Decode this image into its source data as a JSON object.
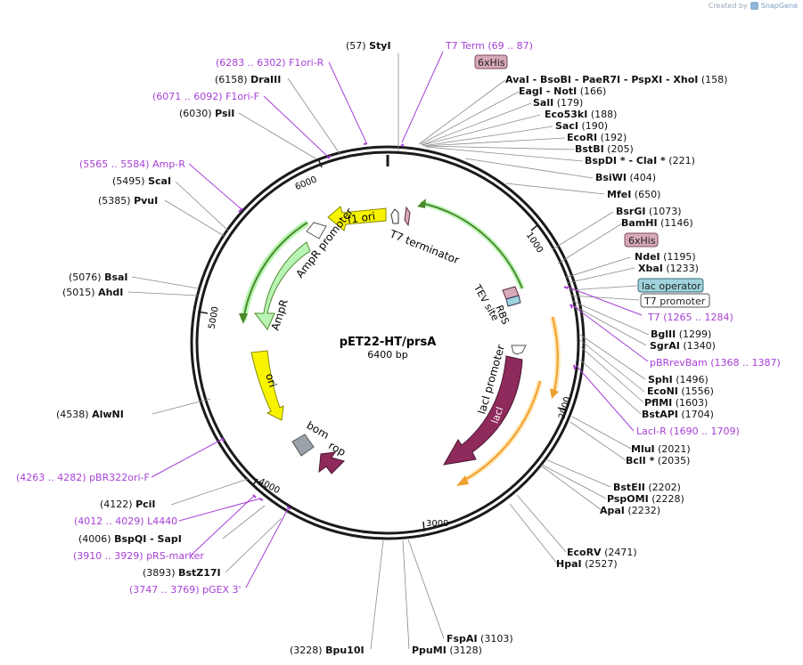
{
  "credit": {
    "prefix": "Created by",
    "brand": "SnapGene"
  },
  "plasmid": {
    "name": "pET22-HT/prsA",
    "size": "6400 bp"
  },
  "ticks": [
    "1000",
    "2000",
    "3000",
    "4000",
    "5000",
    "6000"
  ],
  "features": [
    {
      "id": "t7-terminator-label",
      "text": "T7 terminator"
    },
    {
      "id": "f1-ori",
      "text": "f1 ori"
    },
    {
      "id": "ampr-promoter",
      "text": "AmpR promoter"
    },
    {
      "id": "ampr",
      "text": "AmpR"
    },
    {
      "id": "ori",
      "text": "ori"
    },
    {
      "id": "bom",
      "text": "bom"
    },
    {
      "id": "rop",
      "text": "rop"
    },
    {
      "id": "laci-promoter",
      "text": "lacI promoter"
    },
    {
      "id": "laci",
      "text": "lacI"
    },
    {
      "id": "rbs",
      "text": "RBS"
    },
    {
      "id": "tev-site",
      "text": "TEV site"
    }
  ],
  "labels": [
    {
      "id": "styi",
      "name": "StyI",
      "pos": "(57)",
      "kind": "enzyme"
    },
    {
      "id": "t7-term",
      "name": "T7 Term",
      "pos": "(69 .. 87)",
      "kind": "primer"
    },
    {
      "id": "his-top",
      "name": "6xHis",
      "kind": "feature"
    },
    {
      "id": "ava-group",
      "name": "AvaI  - BsoBI  - PaeR7I  - PspXI  - XhoI",
      "pos": "(158)",
      "kind": "enzyme"
    },
    {
      "id": "eag-group",
      "name": "EagI  - NotI",
      "pos": "(166)",
      "kind": "enzyme"
    },
    {
      "id": "sali",
      "name": "SalI",
      "pos": "(179)",
      "kind": "enzyme"
    },
    {
      "id": "eco53ki",
      "name": "Eco53kI",
      "pos": "(188)",
      "kind": "enzyme"
    },
    {
      "id": "saci",
      "name": "SacI",
      "pos": "(190)",
      "kind": "enzyme"
    },
    {
      "id": "ecori",
      "name": "EcoRI",
      "pos": "(192)",
      "kind": "enzyme"
    },
    {
      "id": "bstbi",
      "name": "BstBI",
      "pos": "(205)",
      "kind": "enzyme"
    },
    {
      "id": "bspdi-group",
      "name": "BspDI *  - ClaI *",
      "pos": "(221)",
      "kind": "enzyme"
    },
    {
      "id": "bsiwi",
      "name": "BsiWI",
      "pos": "(404)",
      "kind": "enzyme"
    },
    {
      "id": "mfei",
      "name": "MfeI",
      "pos": "(650)",
      "kind": "enzyme"
    },
    {
      "id": "bsrgi",
      "name": "BsrGI",
      "pos": "(1073)",
      "kind": "enzyme"
    },
    {
      "id": "bamhi",
      "name": "BamHI",
      "pos": "(1146)",
      "kind": "enzyme"
    },
    {
      "id": "his-right",
      "name": "6xHis",
      "kind": "feature"
    },
    {
      "id": "ndei",
      "name": "NdeI",
      "pos": "(1195)",
      "kind": "enzyme"
    },
    {
      "id": "xbai",
      "name": "XbaI",
      "pos": "(1233)",
      "kind": "enzyme"
    },
    {
      "id": "lac-operator",
      "name": "lac operator",
      "kind": "feature"
    },
    {
      "id": "t7-promoter",
      "name": "T7 promoter",
      "kind": "feature"
    },
    {
      "id": "t7",
      "name": "T7",
      "pos": "(1265 .. 1284)",
      "kind": "primer"
    },
    {
      "id": "bglii",
      "name": "BglII",
      "pos": "(1299)",
      "kind": "enzyme"
    },
    {
      "id": "sgrai",
      "name": "SgrAI",
      "pos": "(1340)",
      "kind": "enzyme"
    },
    {
      "id": "pbrrevbam",
      "name": "pBRrevBam",
      "pos": "(1368 .. 1387)",
      "kind": "primer"
    },
    {
      "id": "sphi",
      "name": "SphI",
      "pos": "(1496)",
      "kind": "enzyme"
    },
    {
      "id": "econi",
      "name": "EcoNI",
      "pos": "(1556)",
      "kind": "enzyme"
    },
    {
      "id": "pflmi",
      "name": "PflMI",
      "pos": "(1603)",
      "kind": "enzyme"
    },
    {
      "id": "bstapi",
      "name": "BstAPI",
      "pos": "(1704)",
      "kind": "enzyme"
    },
    {
      "id": "laci-r",
      "name": "LacI-R",
      "pos": "(1690 .. 1709)",
      "kind": "primer"
    },
    {
      "id": "mlui",
      "name": "MluI",
      "pos": "(2021)",
      "kind": "enzyme"
    },
    {
      "id": "bcli",
      "name": "BclI *",
      "pos": "(2035)",
      "kind": "enzyme"
    },
    {
      "id": "bsteii",
      "name": "BstEII",
      "pos": "(2202)",
      "kind": "enzyme"
    },
    {
      "id": "pspomi",
      "name": "PspOMI",
      "pos": "(2228)",
      "kind": "enzyme"
    },
    {
      "id": "apai",
      "name": "ApaI",
      "pos": "(2232)",
      "kind": "enzyme"
    },
    {
      "id": "ecorv",
      "name": "EcoRV",
      "pos": "(2471)",
      "kind": "enzyme"
    },
    {
      "id": "hpai",
      "name": "HpaI",
      "pos": "(2527)",
      "kind": "enzyme"
    },
    {
      "id": "fspai",
      "name": "FspAI",
      "pos": "(3103)",
      "kind": "enzyme"
    },
    {
      "id": "pspumi",
      "name": "PpuMI",
      "pos": "(3128)",
      "kind": "enzyme"
    },
    {
      "id": "bpu10i",
      "name": "Bpu10I",
      "pos": "(3228)",
      "kind": "enzyme"
    },
    {
      "id": "pgex3",
      "name": "pGEX 3'",
      "pos": "(3747 .. 3769)",
      "kind": "primer"
    },
    {
      "id": "bstz17i",
      "name": "BstZ17I",
      "pos": "(3893)",
      "kind": "enzyme"
    },
    {
      "id": "prs-marker",
      "name": "pRS-marker",
      "pos": "(3910 .. 3929)",
      "kind": "primer"
    },
    {
      "id": "bspqi-group",
      "name": "BspQI  - SapI",
      "pos": "(4006)",
      "kind": "enzyme"
    },
    {
      "id": "l4440",
      "name": "L4440",
      "pos": "(4012 .. 4029)",
      "kind": "primer"
    },
    {
      "id": "pcii",
      "name": "PciI",
      "pos": "(4122)",
      "kind": "enzyme"
    },
    {
      "id": "pbr322ori-f",
      "name": "pBR322ori-F",
      "pos": "(4263 .. 4282)",
      "kind": "primer"
    },
    {
      "id": "alwni",
      "name": "AlwNI",
      "pos": "(4538)",
      "kind": "enzyme"
    },
    {
      "id": "ahdi",
      "name": "AhdI",
      "pos": "(5015)",
      "kind": "enzyme"
    },
    {
      "id": "bsai",
      "name": "BsaI",
      "pos": "(5076)",
      "kind": "enzyme"
    },
    {
      "id": "pvui",
      "name": "PvuI",
      "pos": "(5385)",
      "kind": "enzyme"
    },
    {
      "id": "scai",
      "name": "ScaI",
      "pos": "(5495)",
      "kind": "enzyme"
    },
    {
      "id": "amp-r",
      "name": "Amp-R",
      "pos": "(5565 .. 5584)",
      "kind": "primer"
    },
    {
      "id": "psii",
      "name": "PsiI",
      "pos": "(6030)",
      "kind": "enzyme"
    },
    {
      "id": "f1ori-f",
      "name": "F1ori-F",
      "pos": "(6071 .. 6092)",
      "kind": "primer"
    },
    {
      "id": "draiii",
      "name": "DraIII",
      "pos": "(6158)",
      "kind": "enzyme"
    },
    {
      "id": "f1ori-r",
      "name": "F1ori-R",
      "pos": "(6283 .. 6302)",
      "kind": "primer"
    }
  ],
  "colors": {
    "backbone": "#1a1a1a",
    "enzyme_text": "#111111",
    "primer": "#a740d6",
    "f1_ori": "#f8f400",
    "ampr": "#b8f5b4",
    "laci": "#8e2a5c",
    "orf_outline": "#f0a030",
    "bom": "#9aa1a8",
    "his_tag": "#d8a9b8",
    "lac_operator": "#9fd2dc"
  }
}
